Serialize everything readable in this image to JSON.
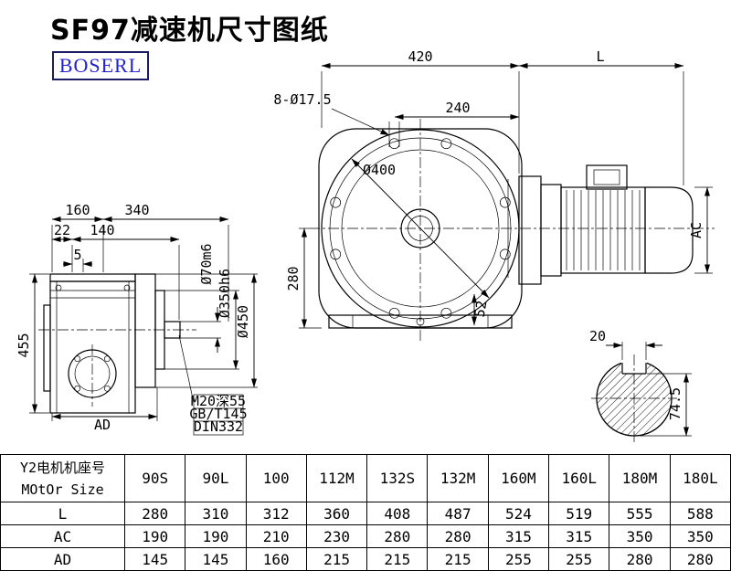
{
  "title": "SF97减速机尺寸图纸",
  "logo_text": "BOSERL",
  "dims": {
    "top_width": "420",
    "motor_length": "L",
    "bolt_holes": "8-Ø17.5",
    "hole_offset": "240",
    "flange_dia": "Ø400",
    "side_160": "160",
    "side_340": "340",
    "side_22": "22",
    "side_140": "140",
    "side_5": "5",
    "shaft_dia": "Ø70m6",
    "spigot_dia": "Ø350h6",
    "flange_od": "Ø450",
    "center_height": "280",
    "side_height": "455",
    "motor_ac": "AC",
    "foot_52": "52",
    "key_width": "20",
    "key_height": "74.5",
    "side_ad": "AD"
  },
  "notes": {
    "m20": "M20深55",
    "gb": "GB/T145",
    "din": "DIN332"
  },
  "table": {
    "header_cn": "Y2电机机座号",
    "header_en": "MOtOr Size",
    "columns": [
      "90S",
      "90L",
      "100",
      "112M",
      "132S",
      "132M",
      "160M",
      "160L",
      "180M",
      "180L"
    ],
    "rows": [
      {
        "label": "L",
        "values": [
          "280",
          "310",
          "312",
          "360",
          "408",
          "487",
          "524",
          "519",
          "555",
          "588"
        ]
      },
      {
        "label": "AC",
        "values": [
          "190",
          "190",
          "210",
          "230",
          "280",
          "280",
          "315",
          "315",
          "350",
          "350"
        ]
      },
      {
        "label": "AD",
        "values": [
          "145",
          "145",
          "160",
          "215",
          "215",
          "215",
          "255",
          "255",
          "280",
          "280"
        ]
      }
    ]
  }
}
